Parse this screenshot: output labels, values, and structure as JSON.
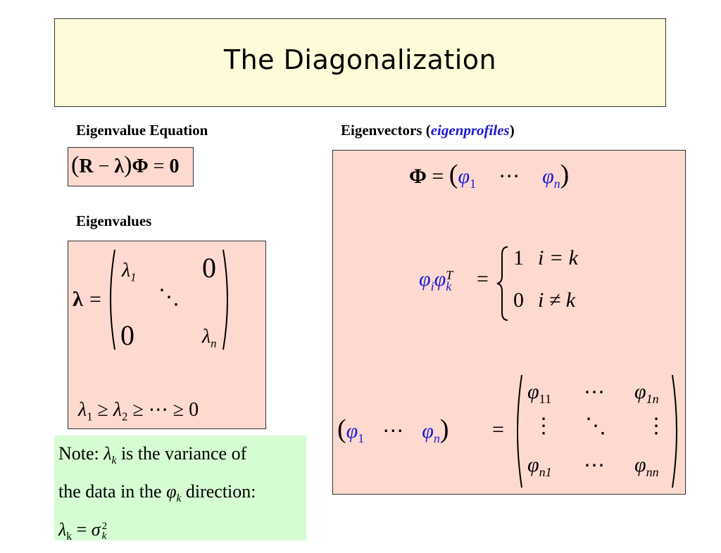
{
  "slide": {
    "title": "The Diagonalization"
  },
  "left": {
    "eigen_equation_heading": "Eigenvalue Equation",
    "eigen_equation": {
      "lparen": "(",
      "R": "R",
      "minus": " − ",
      "lambda": "λ",
      "rparen": ")",
      "Phi": "Φ",
      "equals": " = ",
      "zero": "0"
    },
    "eigenvalues_heading": "Eigenvalues",
    "lambda_matrix": {
      "lhs": "λ",
      "equals": "=",
      "top_left": "λ",
      "top_left_sub": "1",
      "top_right": "0",
      "middle": "⋱",
      "bottom_left": "0",
      "bottom_right": "λ",
      "bottom_right_sub": "n"
    },
    "ordering": {
      "l1": "λ",
      "s1": "1",
      "ge1": " ≥ ",
      "l2": "λ",
      "s2": "2",
      "rest": " ≥ ⋯ ≥ 0"
    }
  },
  "note": {
    "line1_prefix": "Note: ",
    "line1_lambda": "λ",
    "line1_sub": "k",
    "line1_suffix": " is the variance of",
    "line2_prefix": "the data in the ",
    "line2_phi": "φ",
    "line2_sub": "k",
    "line2_suffix": " direction:",
    "line3_lambda": "λ",
    "line3_sub": "k",
    "line3_eq": " = ",
    "line3_sigma": "σ",
    "line3_sup": "2",
    "line3_subk": "k"
  },
  "right": {
    "heading_prefix": "Eigenvectors  (",
    "heading_em": "eigenprofiles",
    "heading_suffix": ")",
    "phi_def": {
      "Phi": "Φ",
      "eq": " = ",
      "phi": "φ",
      "sub1": "1",
      "dots": "⋯",
      "subn": "n"
    },
    "ortho": {
      "phi": "φ",
      "subi": "i",
      "subk": "k",
      "supT": "T",
      "eq": "=",
      "case1_val": "1",
      "case1_cond": "i = k",
      "case2_val": "0",
      "case2_cond": "i ≠ k"
    },
    "matrix": {
      "phi": "φ",
      "sub1": "1",
      "subn": "n",
      "dots": "⋯",
      "eq": "=",
      "e11": "11",
      "e1n": "1n",
      "en1": "n1",
      "enn": "nn",
      "vdots": "⋮",
      "ddots": "⋱"
    }
  }
}
